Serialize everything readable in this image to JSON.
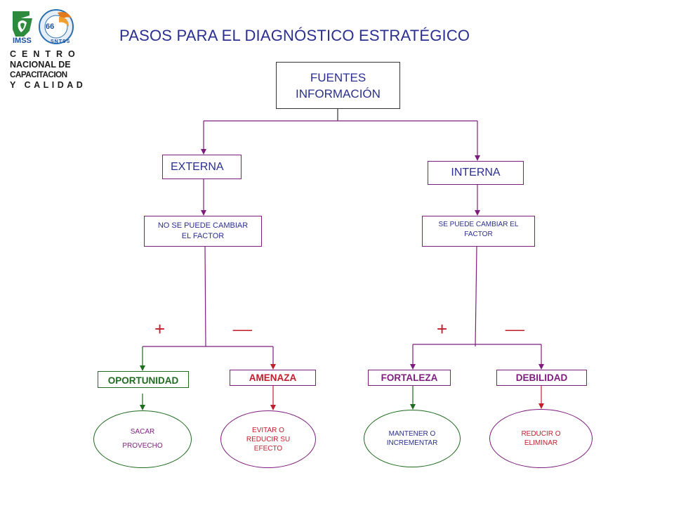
{
  "logo": {
    "label": "IMSS",
    "badge": "66",
    "union": "SNTSS",
    "lines": [
      "CENTRO",
      "NACIONAL DE",
      "CAPACITACION",
      "Y CALIDAD"
    ]
  },
  "title": "PASOS PARA EL DIAGNÓSTICO ESTRATÉGICO",
  "nodes": {
    "root": {
      "line1": "FUENTES",
      "line2": "INFORMACIÓN"
    },
    "externa": "EXTERNA",
    "interna": "INTERNA",
    "externa_desc": "NO SE PUEDE CAMBIAR EL FACTOR",
    "interna_desc": "SE PUEDE CAMBIAR EL FACTOR",
    "oportunidad": "OPORTUNIDAD",
    "amenaza": "AMENAZA",
    "fortaleza": "FORTALEZA",
    "debilidad": "DEBILIDAD",
    "sacar": "SACAR PROVECHO",
    "evitar": "EVITAR O REDUCIR SU EFECTO",
    "mantener": "MANTENER O INCREMENTAR",
    "reducir": "REDUCIR O ELIMINAR"
  },
  "signs": {
    "plus": "+",
    "minus": "__"
  },
  "colors": {
    "title": "#2b2f8f",
    "purple": "#7d1d7d",
    "green": "#1f6b1f",
    "red": "#c0202e",
    "logo_green": "#2e8b3e",
    "logo_orange": "#e07a1e"
  }
}
